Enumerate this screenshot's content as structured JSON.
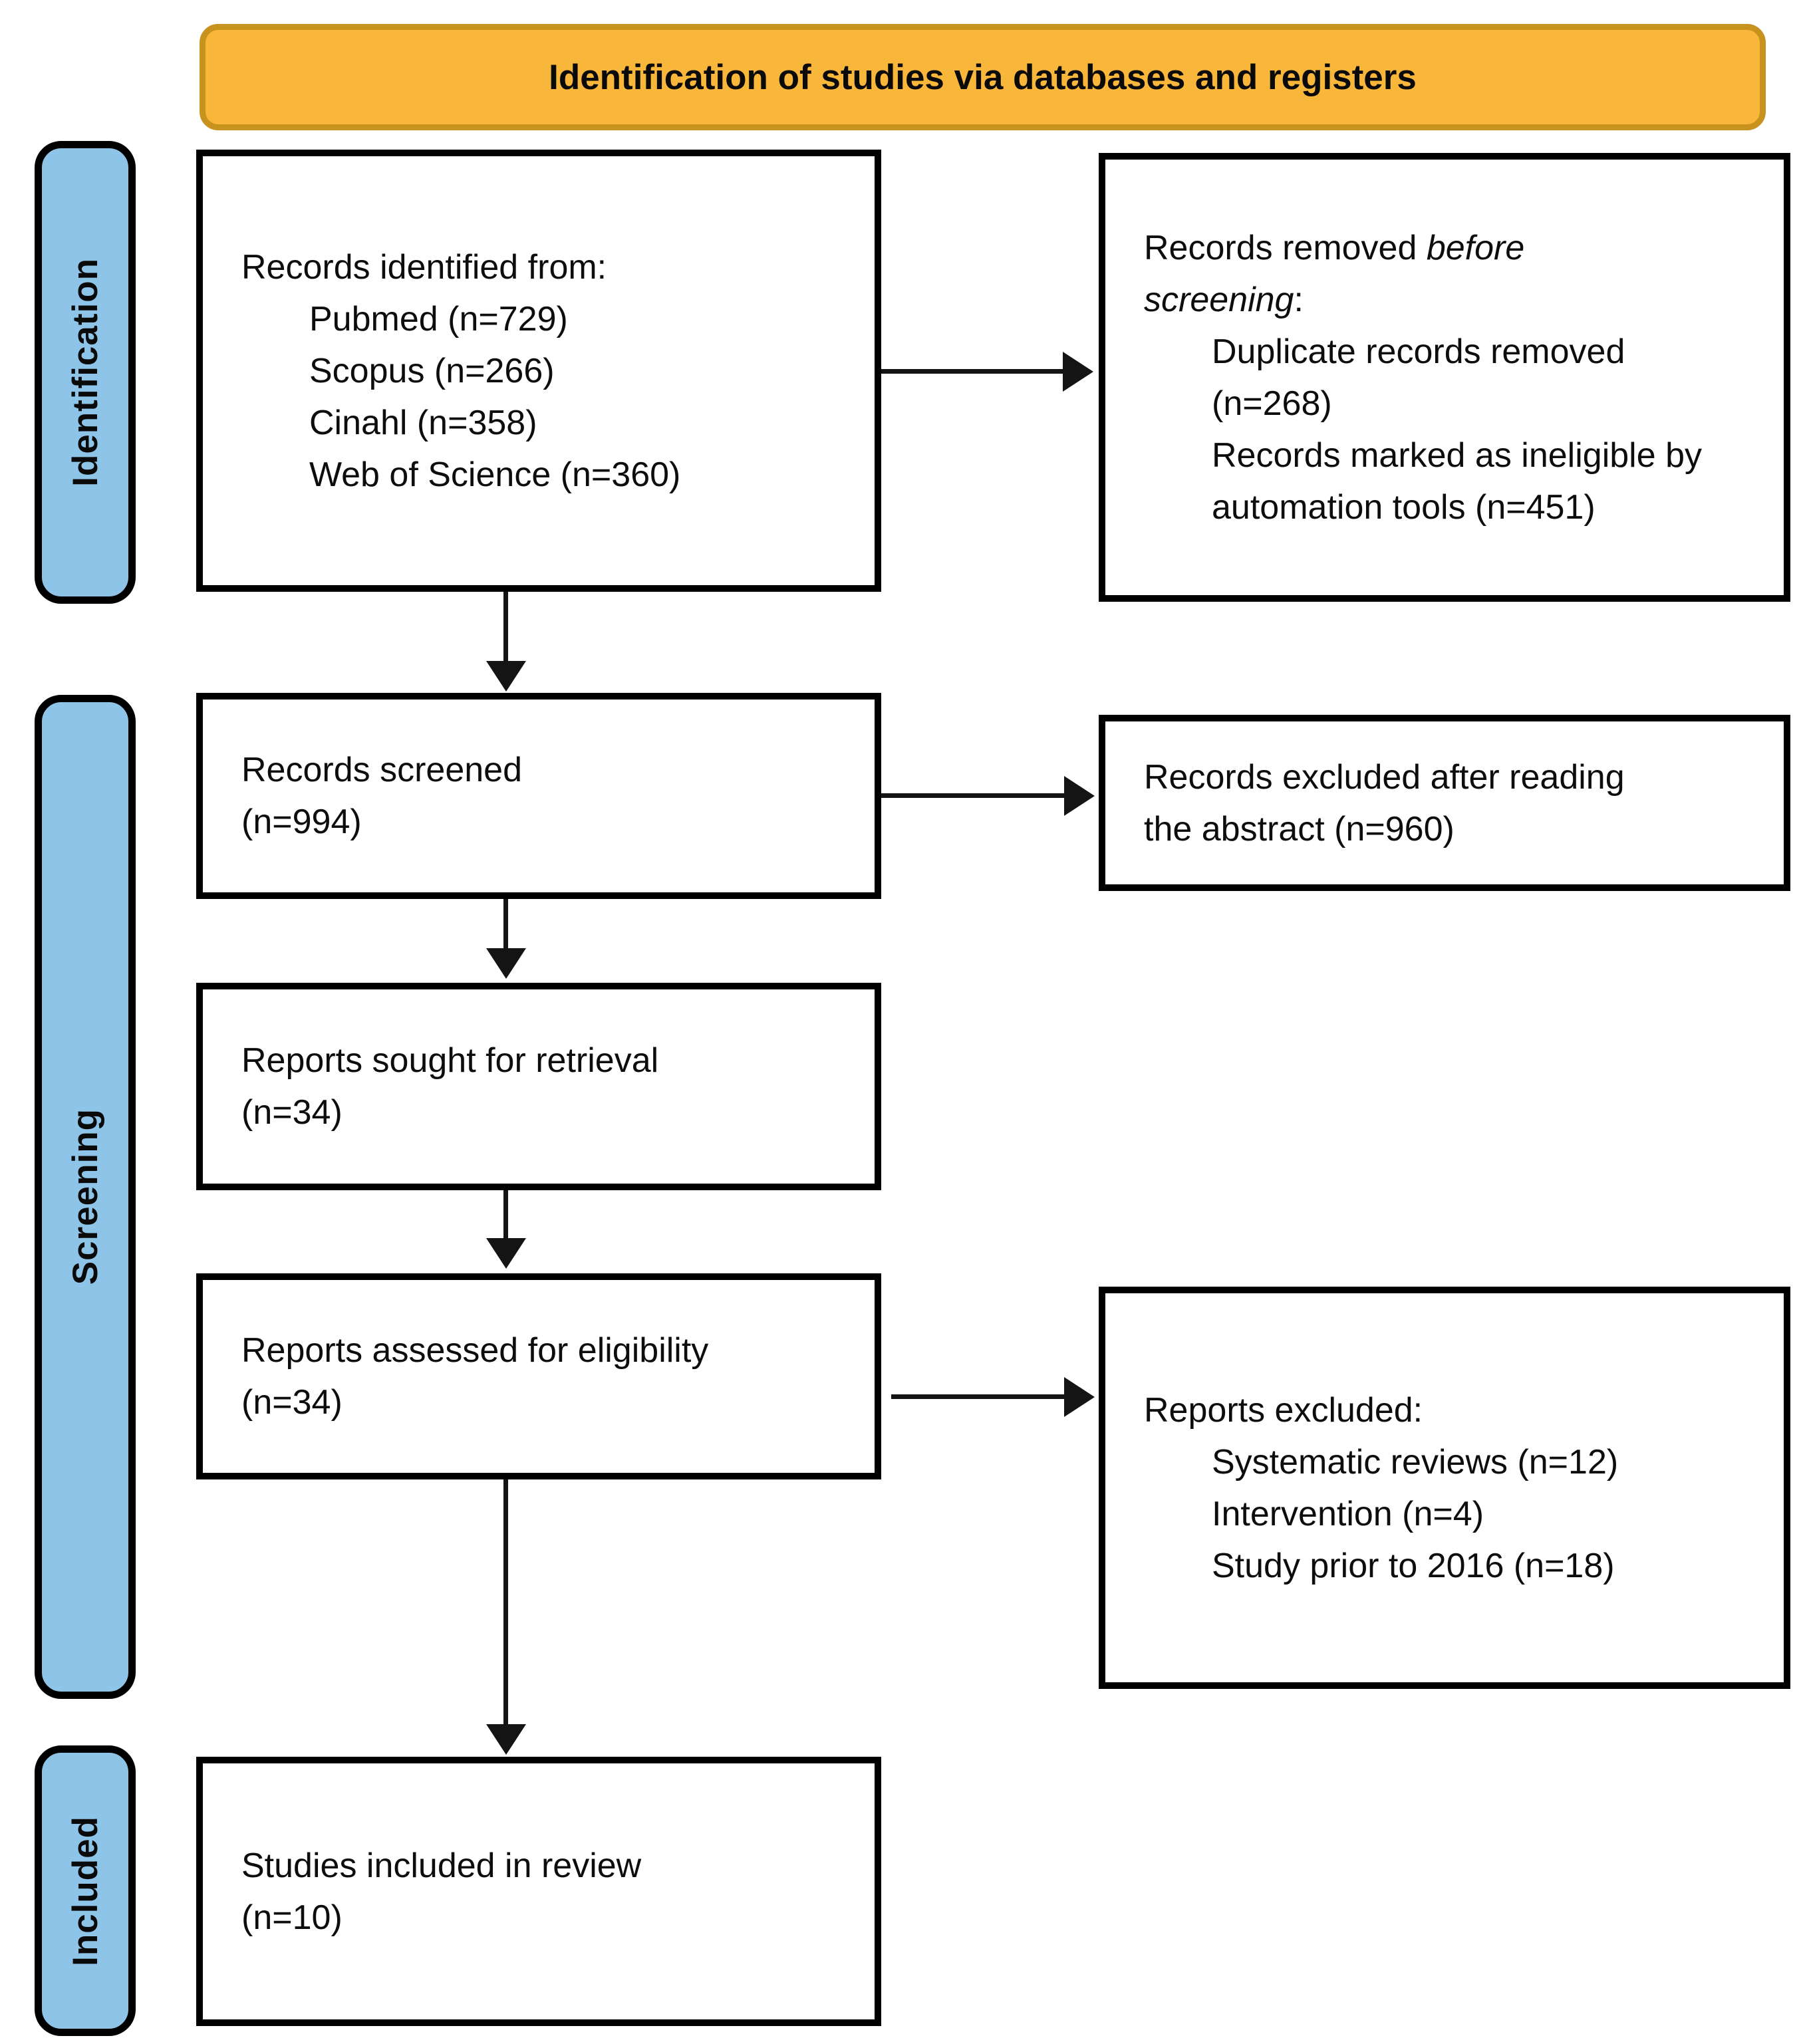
{
  "banner": {
    "title": "Identification of studies via databases and registers"
  },
  "stages": [
    {
      "label": "Identification"
    },
    {
      "label": "Screening"
    },
    {
      "label": "Included"
    }
  ],
  "boxes": {
    "identified": {
      "intro": "Records identified from:",
      "items": [
        "Pubmed (n=729)",
        "Scopus (n=266)",
        "Cinahl (n=358)",
        "Web of Science (n=360)"
      ]
    },
    "removed": {
      "prefix": "Records removed ",
      "italic": "before screening",
      "suffix": ":",
      "items": [
        "Duplicate records removed (n=268)",
        "Records marked as ineligible by automation tools (n=451)"
      ]
    },
    "screened": {
      "text": "Records screened",
      "count": "(n=994)"
    },
    "excluded_after_abstract": {
      "lines": [
        "Records excluded after reading",
        "the abstract (n=960)"
      ]
    },
    "sought": {
      "text": "Reports sought for retrieval",
      "count": "(n=34)"
    },
    "assessed": {
      "text": "Reports assessed for eligibility",
      "count": "(n=34)"
    },
    "reports_excluded": {
      "intro": "Reports excluded:",
      "items": [
        "Systematic reviews (n=12)",
        "Intervention (n=4)",
        "Study prior to 2016 (n=18)"
      ]
    },
    "included_review": {
      "text": "Studies included in review",
      "count": "(n=10)"
    }
  },
  "colors": {
    "banner_fill": "#F8B73A",
    "banner_border": "#C8921E",
    "stage_fill": "#8FC4E9",
    "line": "#141414"
  }
}
